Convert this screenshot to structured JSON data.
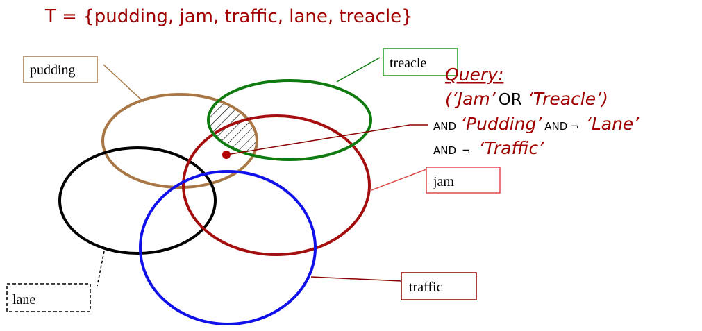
{
  "title": "T = {pudding, jam, traffic, lane, treacle}",
  "labels": {
    "pudding": "pudding",
    "treacle": "treacle",
    "jam": "jam",
    "lane": "lane",
    "traffic": "traffic"
  },
  "query": {
    "heading": "Query:",
    "line1": {
      "open": "(‘Jam’",
      "op": "OR",
      "term": "‘Treacle’)"
    },
    "line2": {
      "and1": "AND",
      "term1": "‘Pudding’",
      "and2": "AND",
      "not": "¬",
      "term2": "‘Lane’"
    },
    "line3": {
      "and": "AND",
      "not": "¬",
      "term": "‘Traffic’"
    }
  },
  "colors": {
    "pudding": "#a87745",
    "treacle": "#0f7a0f",
    "jam": "#a50e0e",
    "lane": "#000000",
    "traffic": "#1010e8",
    "title": "#a00000"
  }
}
